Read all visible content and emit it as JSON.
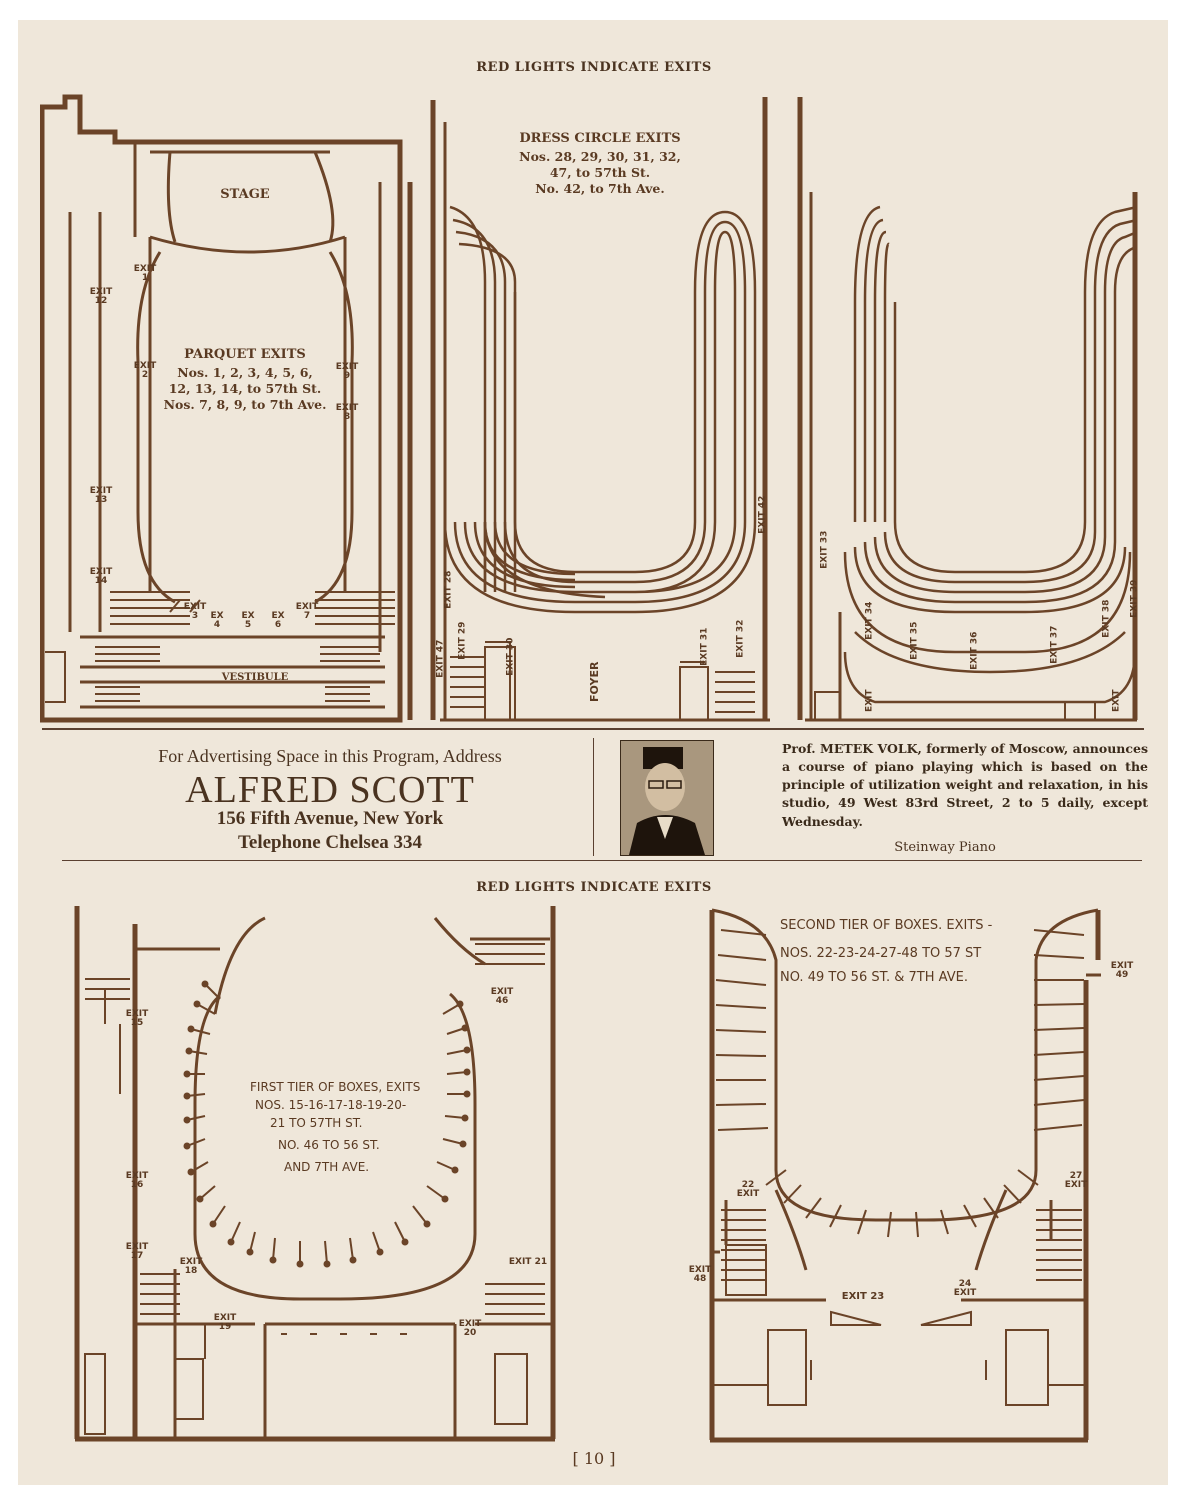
{
  "top_caption": "RED LIGHTS INDICATE EXITS",
  "bottom_caption": "RED LIGHTS INDICATE EXITS",
  "parquet": {
    "stage": "STAGE",
    "vestibule": "VESTIBULE",
    "title": "PARQUET EXITS",
    "line1": "Nos. 1, 2, 3, 4, 5, 6,",
    "line2": "12, 13, 14, to 57th St.",
    "line3": "Nos. 7, 8, 9, to 7th Ave."
  },
  "dress_circle": {
    "title": "DRESS CIRCLE EXITS",
    "line1": "Nos. 28, 29, 30, 31, 32,",
    "line2": "47, to 57th St.",
    "line3": "No. 42, to 7th Ave.",
    "foyer": "FOYER"
  },
  "exit_word": "EXIT",
  "ex_word": "EX",
  "exits": {
    "e1": "1",
    "e2": "2",
    "e3": "3",
    "e4": "4",
    "e5": "5",
    "e6": "6",
    "e7": "7",
    "e8": "8",
    "e9": "9",
    "e12": "12",
    "e13": "13",
    "e14": "14",
    "e28": "28",
    "e29": "29",
    "e30": "30",
    "e31": "31",
    "e32": "32",
    "e33": "33",
    "e34": "34",
    "e35": "35",
    "e36": "36",
    "e37": "37",
    "e38": "38",
    "e39": "39",
    "e42": "42",
    "e47": "47",
    "e15": "15",
    "e16": "16",
    "e17": "17",
    "e18": "18",
    "e19": "19",
    "e20": "20",
    "e21": "21",
    "e46": "46",
    "e22": "22",
    "e23": "23",
    "e24": "24",
    "e27": "27",
    "e48": "48",
    "e49": "49"
  },
  "ad": {
    "line1": "For Advertising Space in this Program, Address",
    "name": "ALFRED SCOTT",
    "address": "156 Fifth Avenue, New York",
    "phone": "Telephone Chelsea 334"
  },
  "volk": {
    "text": "Prof. METEK VOLK, formerly of Moscow, announces a course of piano playing which is based on the principle of utilization weight and relaxation, in his studio, 49 West 83rd Street, 2 to 5 daily, except Wednesday.",
    "piano": "Steinway Piano"
  },
  "first_tier": {
    "line1": "FIRST TIER OF BOXES, EXITS",
    "line2": "NOS. 15-16-17-18-19-20-",
    "line3": "21 TO 57TH ST.",
    "line4": "NO. 46 TO 56 ST.",
    "line5": "AND 7TH AVE."
  },
  "second_tier": {
    "line1": "SECOND TIER OF BOXES. EXITS -",
    "line2": "NOS. 22-23-24-27-48 TO 57 ST",
    "line3": "NO. 49 TO 56 ST. & 7TH AVE."
  },
  "page_number": "[ 10 ]"
}
